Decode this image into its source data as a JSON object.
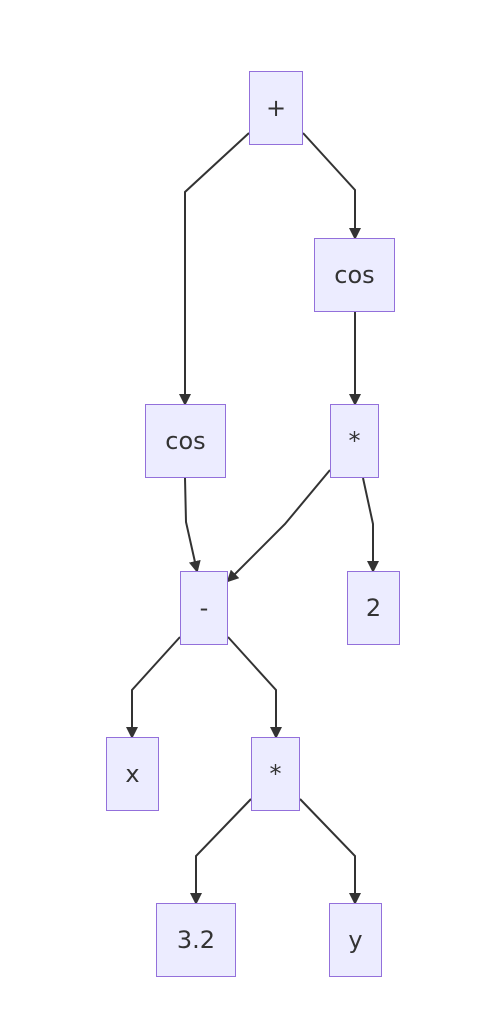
{
  "nodes": {
    "plus": "+",
    "cos_right": "cos",
    "cos_left": "cos",
    "multiply_upper": "*",
    "minus": "-",
    "two": "2",
    "x": "x",
    "multiply_lower": "*",
    "three_point_two": "3.2",
    "y": "y"
  },
  "edges": [
    {
      "from": "plus",
      "to": "cos_left"
    },
    {
      "from": "plus",
      "to": "cos_right"
    },
    {
      "from": "cos_right",
      "to": "multiply_upper"
    },
    {
      "from": "cos_left",
      "to": "minus"
    },
    {
      "from": "multiply_upper",
      "to": "minus"
    },
    {
      "from": "multiply_upper",
      "to": "two"
    },
    {
      "from": "minus",
      "to": "x"
    },
    {
      "from": "minus",
      "to": "multiply_lower"
    },
    {
      "from": "multiply_lower",
      "to": "three_point_two"
    },
    {
      "from": "multiply_lower",
      "to": "y"
    }
  ],
  "colors": {
    "node_fill": "#ececff",
    "node_border": "#9370db",
    "edge": "#333333",
    "text": "#333333"
  }
}
